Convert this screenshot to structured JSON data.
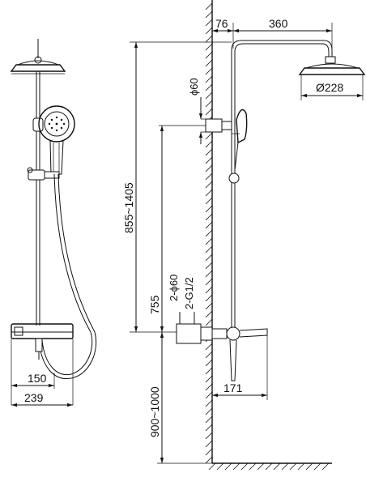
{
  "dimensions": {
    "wall_offset": "76",
    "arm_length": "360",
    "head_diameter": "Ø228",
    "bracket_diameter": "ϕ60",
    "height_range": "855~1405",
    "inlet_spacing": "755",
    "inlet_flange": "2-ϕ60",
    "inlet_thread": "2-G1/2",
    "mixer_depth": "171",
    "mount_height": "900~1000",
    "mixer_center_width": "150",
    "mixer_width": "239"
  },
  "colors": {
    "line": "#111111",
    "background": "#ffffff"
  }
}
